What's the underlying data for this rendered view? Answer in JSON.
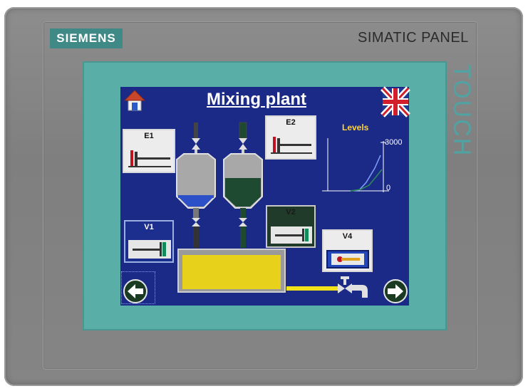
{
  "device": {
    "logo": "SIEMENS",
    "model": "SIMATIC PANEL",
    "touch_label": "TOUCH"
  },
  "screen": {
    "title": "Mixing plant",
    "buttons": {
      "e1": "E1",
      "e2": "E2",
      "v1": "V1",
      "v2": "V2",
      "v4": "V4"
    },
    "levels": {
      "title": "Levels",
      "max": "3000",
      "min": "0"
    }
  },
  "colors": {
    "screen_bg": "#1b2a86",
    "tank_blue": "#2c50c8",
    "tank_green": "#1f4a32",
    "mix_tank": "#e8d11a",
    "pipe": "#f2e21a"
  }
}
